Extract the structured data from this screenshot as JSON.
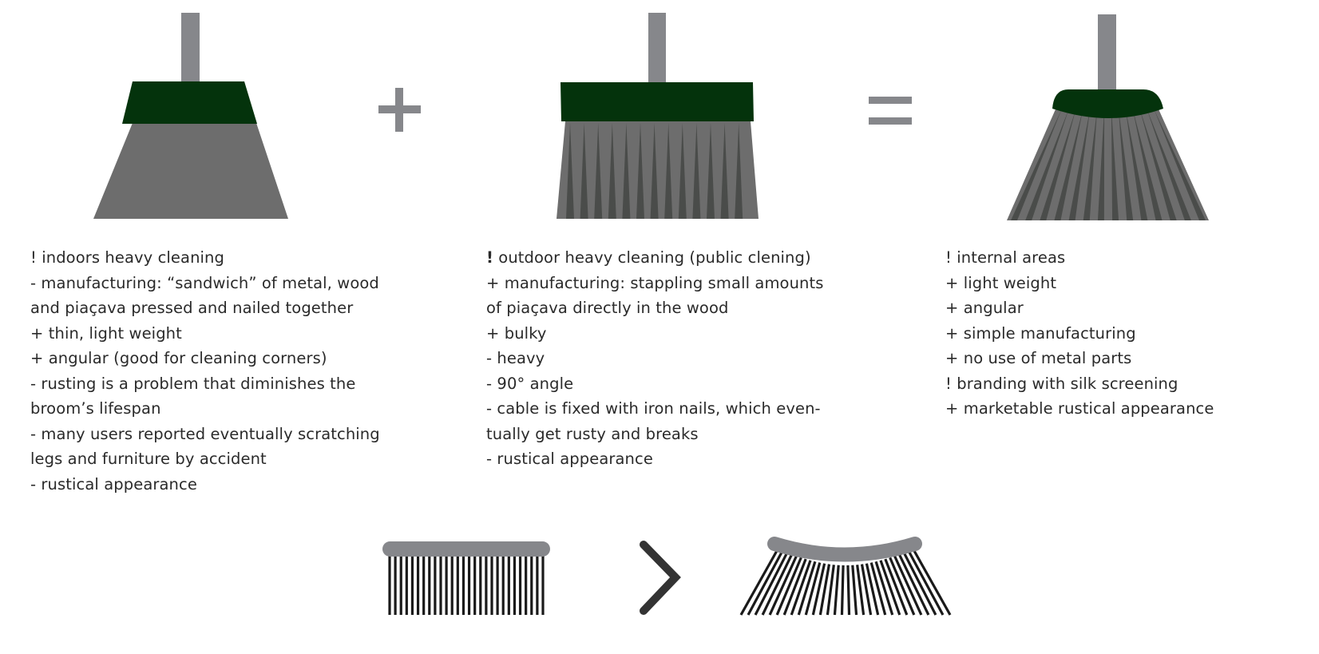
{
  "colors": {
    "handle": "#86878b",
    "broom_head": "#04330c",
    "bristles": "#6d6d6d",
    "bristle_shadow": "#4a4c4a",
    "operator": "#86878b",
    "comb_lines": "#1a1a1a",
    "chevron": "#333333",
    "text": "#2a2a2a"
  },
  "operators": {
    "plus": "+",
    "equals": "="
  },
  "columns": {
    "left": {
      "lines": [
        "! indoors heavy cleaning",
        "- manufacturing: “sandwich” of metal, wood",
        "and piaçava pressed and nailed together",
        "+ thin, light weight",
        "+ angular (good for cleaning corners)",
        "- rusting is a problem that diminishes the",
        "broom’s lifespan",
        "- many users reported eventually scratching",
        "legs and furniture by accident",
        "- rustical appearance"
      ]
    },
    "middle": {
      "first_marker": "!",
      "first_rest": " outdoor heavy cleaning (public clening)",
      "lines": [
        "+ manufacturing: stappling small amounts",
        "of piaçava directly in the wood",
        "+ bulky",
        "- heavy",
        "- 90° angle",
        "- cable is fixed with iron nails, which even-",
        "tually get rusty and breaks",
        "- rustical appearance"
      ]
    },
    "right": {
      "lines": [
        "! internal areas",
        "+ light weight",
        "+ angular",
        "+ simple manufacturing",
        "+ no use of metal parts",
        "! branding with silk screening",
        "+ marketable rustical appearance"
      ]
    }
  },
  "icons": {
    "broom_left": "flat-broom-icon",
    "broom_mid": "stapled-broom-icon",
    "broom_right": "angled-broom-icon",
    "comb_straight": "straight-bristle-comb-icon",
    "comb_curved": "curved-bristle-comb-icon",
    "comparison": "greater-than-chevron-icon"
  }
}
